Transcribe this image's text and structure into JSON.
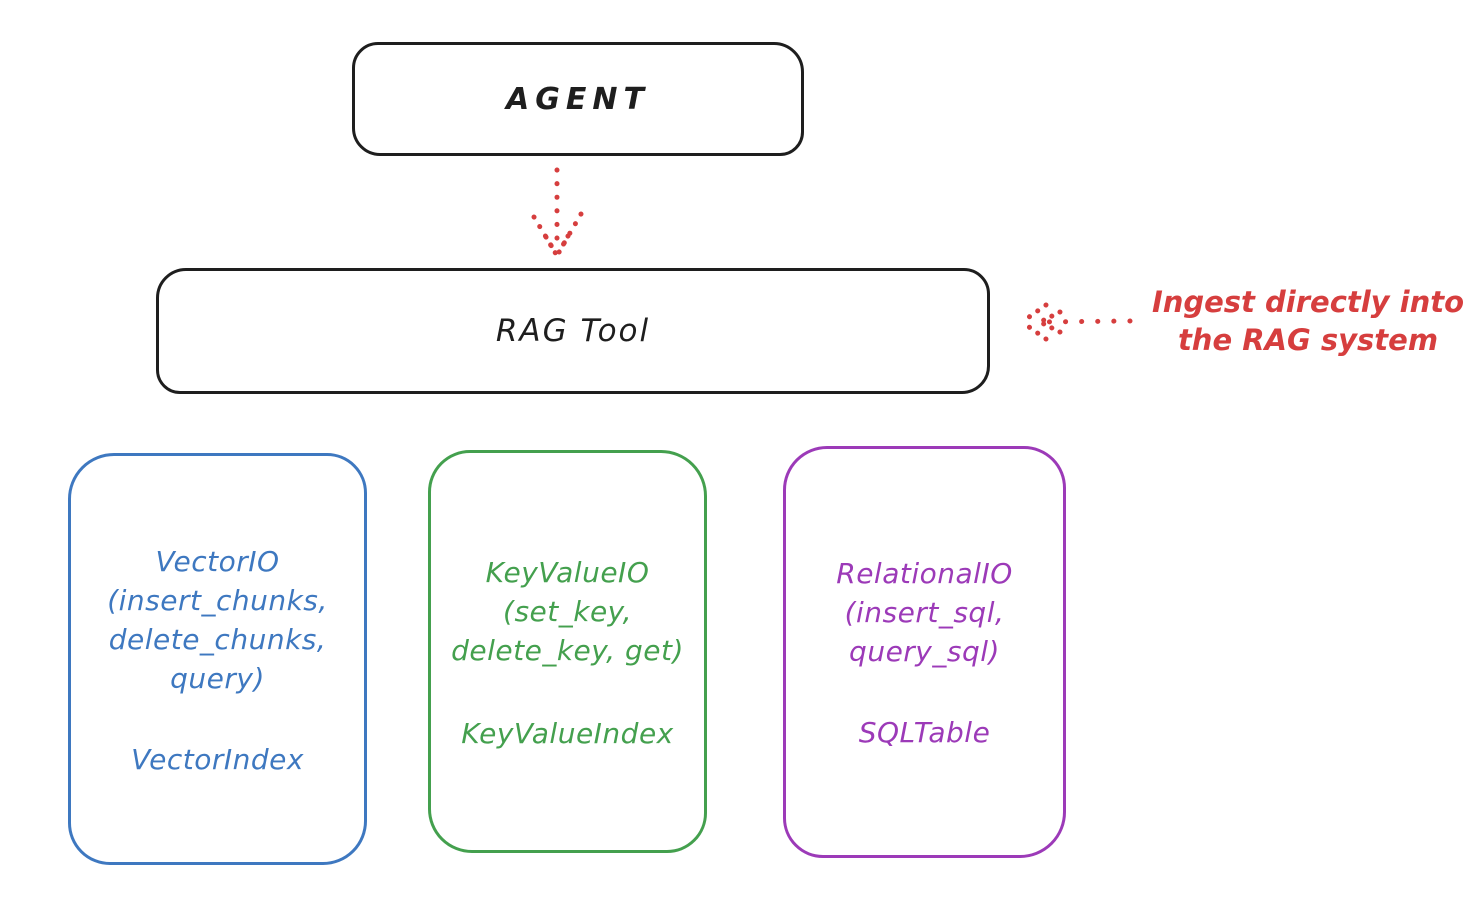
{
  "agent_box": {
    "label": "AGENT"
  },
  "rag_tool_box": {
    "label": "RAG Tool"
  },
  "ingest_annotation": {
    "lines": [
      "Ingest directly into",
      "the RAG system"
    ],
    "color": "#d63e3e"
  },
  "backend_boxes": [
    {
      "name": "vector-io",
      "lines": [
        "VectorIO",
        "(insert_chunks,",
        "delete_chunks,",
        "query)"
      ],
      "index_class": "VectorIndex",
      "color": "#3e78c0"
    },
    {
      "name": "keyvalue-io",
      "lines": [
        "KeyValueIO",
        "(set_key,",
        "delete_key, get)"
      ],
      "index_class": "KeyValueIndex",
      "color": "#44a04e"
    },
    {
      "name": "relational-io",
      "lines": [
        "RelationalIO",
        "(insert_sql,",
        "query_sql)"
      ],
      "index_class": "SQLTable",
      "color": "#9c3ab8"
    }
  ],
  "colors": {
    "stroke_black": "#1e1e1e",
    "arrow_red": "#d63e3e",
    "background": "#ffffff"
  }
}
